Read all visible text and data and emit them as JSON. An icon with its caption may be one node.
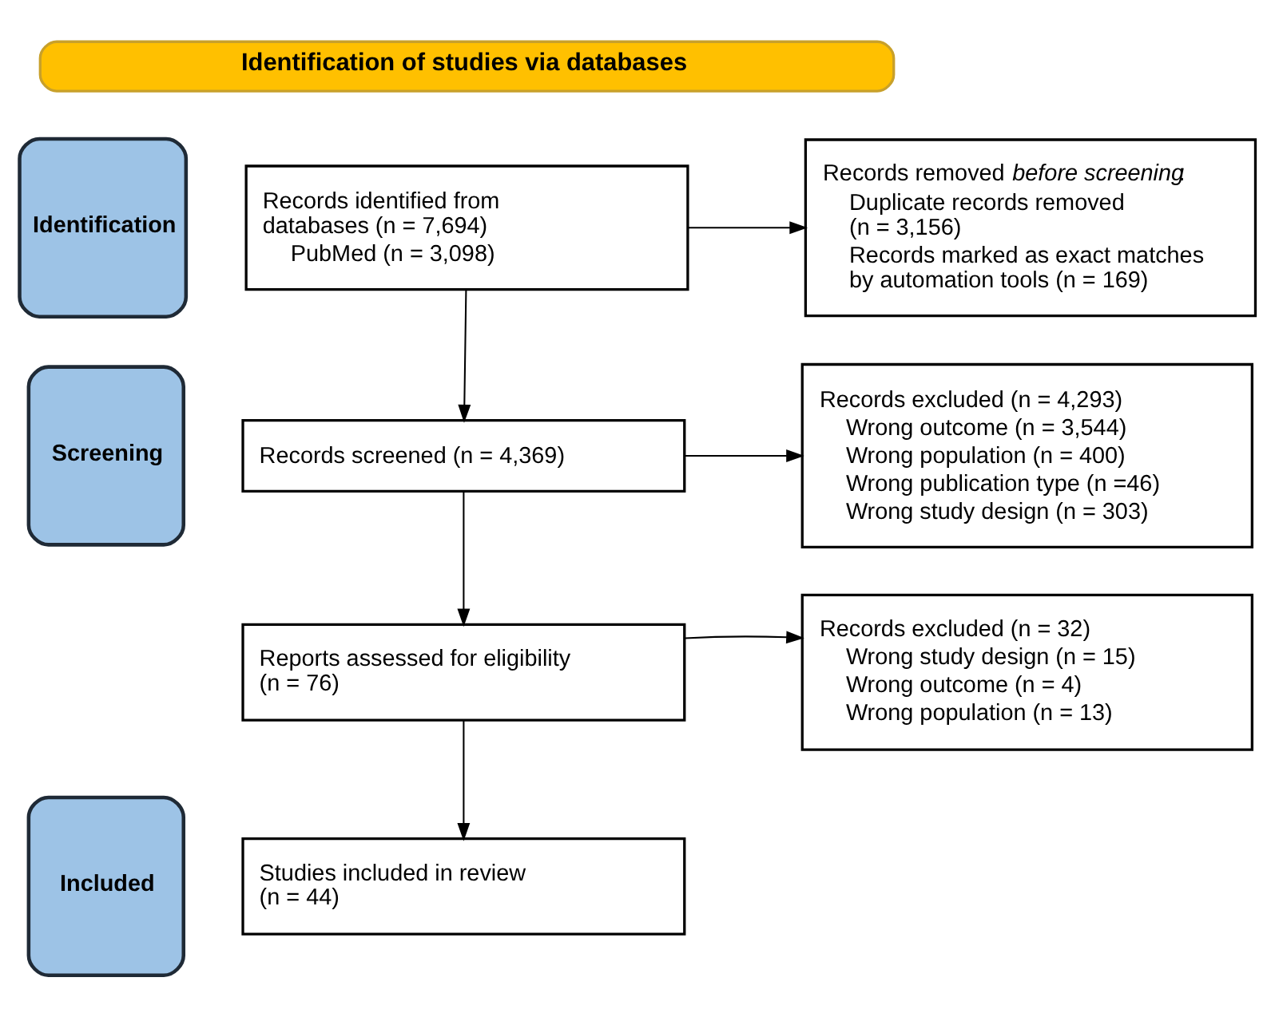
{
  "diagram": {
    "nodes": [
      {
        "text": [
          "Identification of studies via databases"
        ]
      },
      {
        "text": [
          "Identification"
        ]
      },
      {
        "text": [
          "Records identified from databases (n = 7,694)",
          "PubMed (n = 3,098)"
        ]
      },
      {
        "text": [
          "Records removed *before screening*:",
          "Duplicate records removed (n = 3,156)",
          "Records marked as exact matches by automation tools (n = 169)"
        ]
      },
      {
        "text": [
          "Screening"
        ]
      },
      {
        "text": [
          "Records screened (n = 4,369)"
        ]
      },
      {
        "text": [
          "Records excluded (n = 4,293)",
          "Wrong outcome (n = 3,544)",
          "Wrong population (n = 400)",
          "Wrong publication type (n =46)",
          "Wrong study design (n = 303)"
        ]
      },
      {
        "text": [
          "Reports assessed for eligibility (n = 76)"
        ]
      },
      {
        "text": [
          "Records excluded (n = 32)",
          "Wrong study design (n = 15)",
          "Wrong outcome (n = 4)",
          "Wrong population (n = 13)"
        ]
      },
      {
        "text": [
          "Included"
        ]
      },
      {
        "text": [
          "Studies included in review (n = 44)"
        ]
      }
    ],
    "edges": [
      {
        "from": 2,
        "to": 3,
        "arrow": "to"
      },
      {
        "from": 2,
        "to": 5,
        "arrow": "to"
      },
      {
        "from": 5,
        "to": 6,
        "arrow": "to"
      },
      {
        "from": 5,
        "to": 7,
        "arrow": "to"
      },
      {
        "from": 7,
        "to": 8,
        "arrow": "to"
      },
      {
        "from": 7,
        "to": 10,
        "arrow": "to"
      }
    ]
  }
}
